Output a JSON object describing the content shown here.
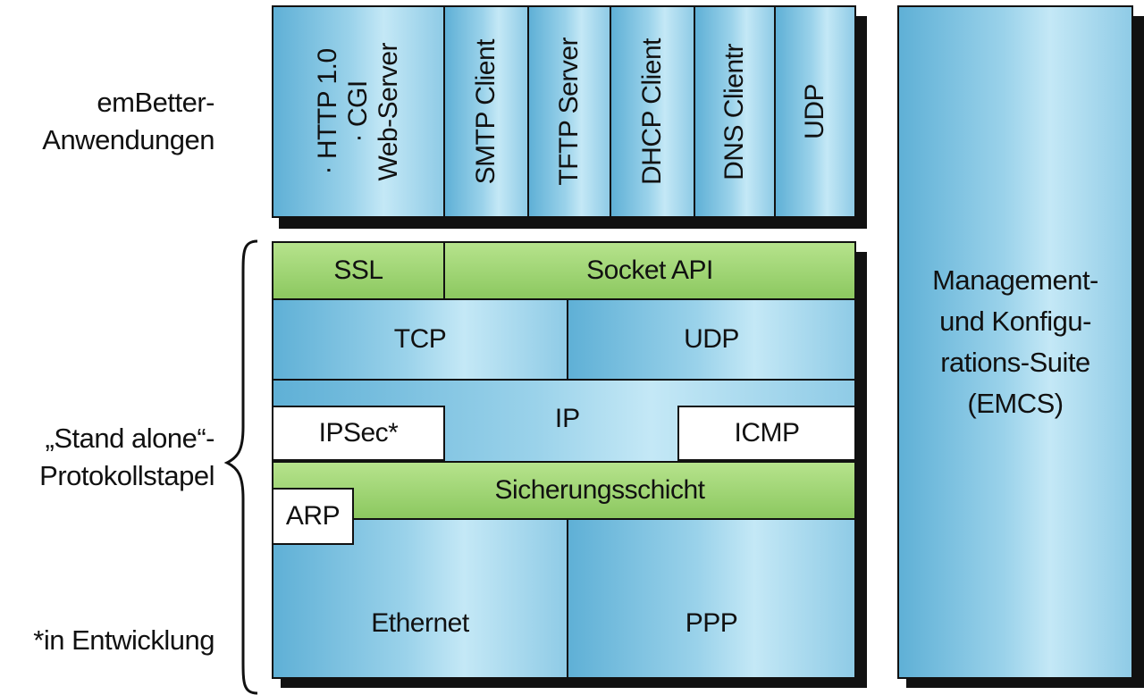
{
  "side_labels": {
    "applications": "emBetter-\nAnwendungen",
    "stack": "„Stand alone“-\nProtokollstapel",
    "footnote": "*in Entwicklung"
  },
  "applications": [
    {
      "id": "web-server",
      "lines": [
        "Web-Server",
        "· CGI",
        "· HTTP 1.0"
      ]
    },
    {
      "id": "smtp-client",
      "lines": [
        "SMTP Client"
      ]
    },
    {
      "id": "tftp-server",
      "lines": [
        "TFTP Server"
      ]
    },
    {
      "id": "dhcp-client",
      "lines": [
        "DHCP Client"
      ]
    },
    {
      "id": "dns-client",
      "lines": [
        "DNS Clientr"
      ]
    },
    {
      "id": "udp-app",
      "lines": [
        "UDP"
      ]
    }
  ],
  "stack": {
    "ssl": "SSL",
    "socket_api": "Socket API",
    "tcp": "TCP",
    "udp": "UDP",
    "ip": "IP",
    "ipsec": "IPSec*",
    "icmp": "ICMP",
    "data_link": "Sicherungsschicht",
    "arp": "ARP",
    "ethernet": "Ethernet",
    "ppp": "PPP"
  },
  "management": "Management-\nund Konfigu-\nrations-Suite\n(EMCS)"
}
